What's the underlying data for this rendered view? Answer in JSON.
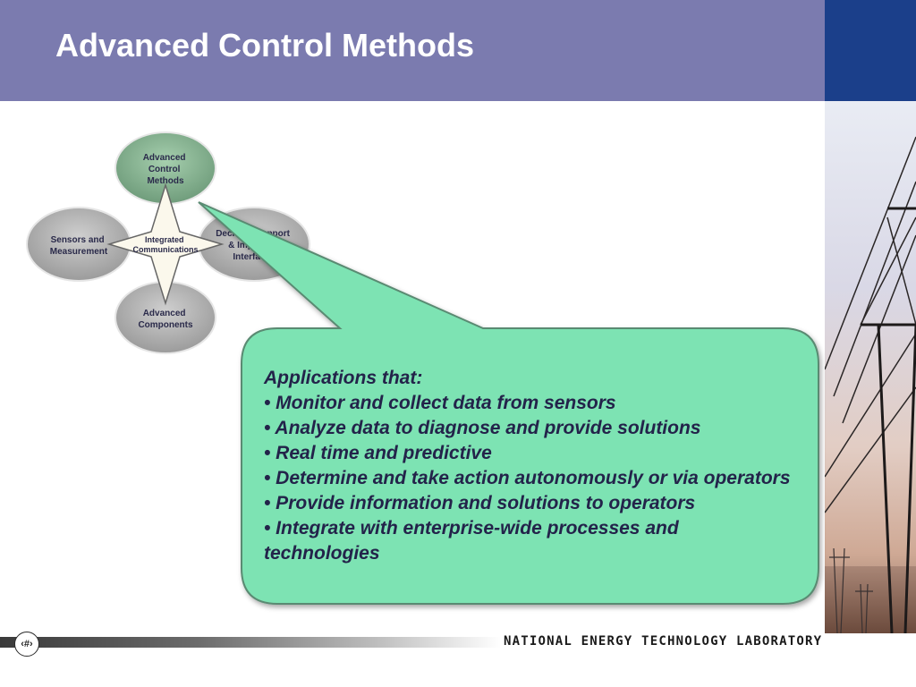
{
  "slide": {
    "title": "Advanced Control Methods",
    "page_number": "‹#›"
  },
  "diagram": {
    "top_node": [
      "Advanced",
      "Control",
      "Methods"
    ],
    "left_node": [
      "Sensors and",
      "Measurement"
    ],
    "right_node": [
      "Decision Support",
      "& Improved",
      "Interfaces"
    ],
    "bottom_node": [
      "Advanced",
      "Components"
    ],
    "center_node": [
      "Integrated",
      "Communications"
    ]
  },
  "callout": {
    "heading": "Applications that:",
    "bullets": [
      "• Monitor and collect data from sensors",
      "• Analyze data to diagnose and provide solutions",
      "• Real time and predictive",
      "• Determine and take action autonomously or via operators",
      "• Provide information and solutions to operators",
      "• Integrate with enterprise-wide processes and technologies"
    ]
  },
  "footer": {
    "organization": "NATIONAL ENERGY TECHNOLOGY LABORATORY"
  },
  "colors": {
    "header_bg": "#7b7baf",
    "header_corner": "#1b3f8a",
    "callout_fill": "#7de3b3",
    "callout_border": "#5a8a72",
    "node_fill": "#a8a8a8",
    "highlight_node_fill": "#7fae8c"
  }
}
